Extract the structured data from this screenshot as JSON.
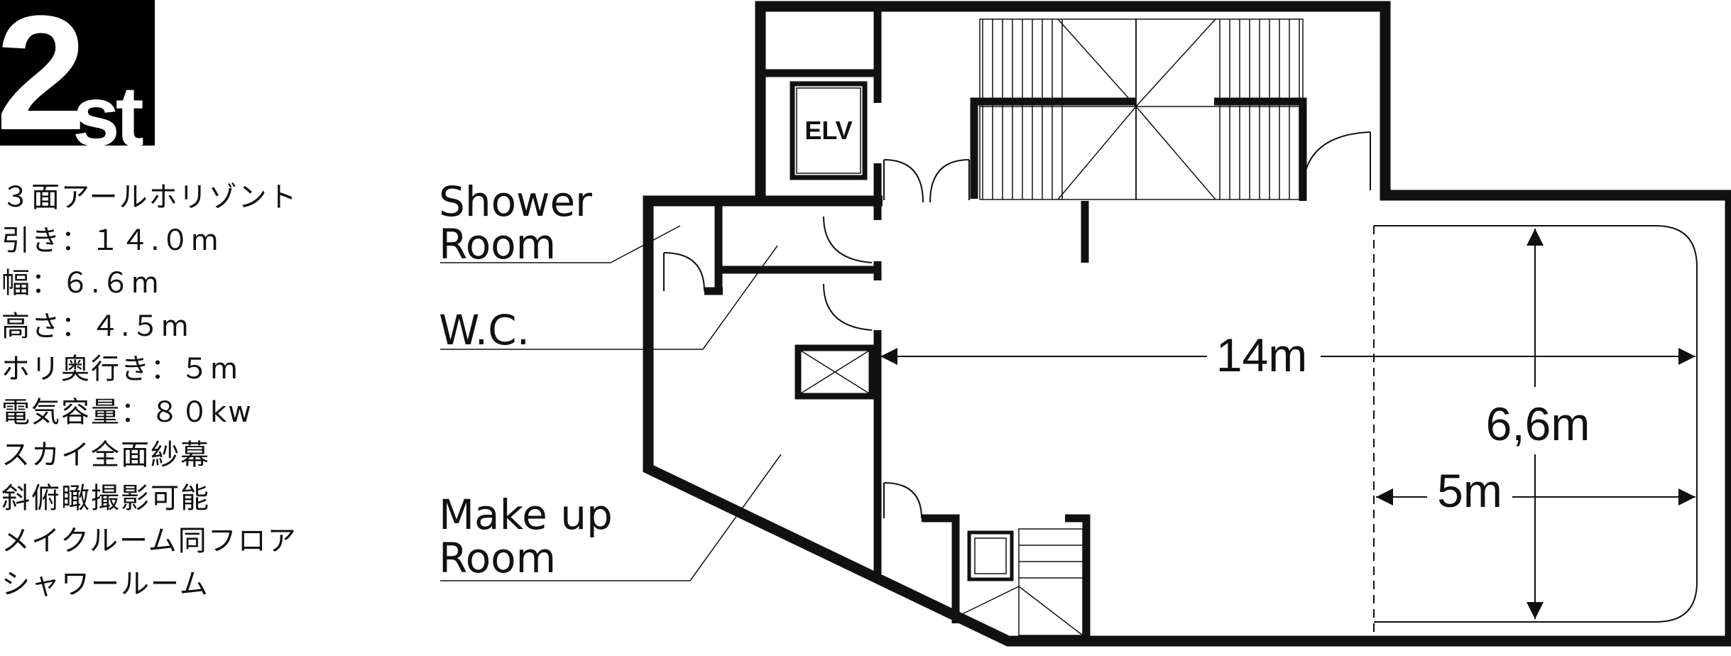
{
  "floor": {
    "number": "2",
    "suffix": "st"
  },
  "specs": [
    "３面アールホリゾント",
    "引き：１４.０m",
    "幅：６.６m",
    "高さ：４.５m",
    "ホリ奥行き：５m",
    "電気容量：８０kw",
    "スカイ全面紗幕",
    "斜俯瞰撮影可能",
    "メイクルーム同フロア",
    "シャワールーム"
  ],
  "rooms": {
    "shower_line1": "Shower",
    "shower_line2": "Room",
    "wc": "W.C.",
    "makeup_line1": "Make up",
    "makeup_line2": "Room",
    "elevator": "ELV"
  },
  "dimensions": {
    "length": "14m",
    "width": "6,6m",
    "depth": "5m"
  },
  "colors": {
    "wall": "#111111",
    "badge": "#000000",
    "badge_text": "#ffffff",
    "background": "#ffffff"
  }
}
